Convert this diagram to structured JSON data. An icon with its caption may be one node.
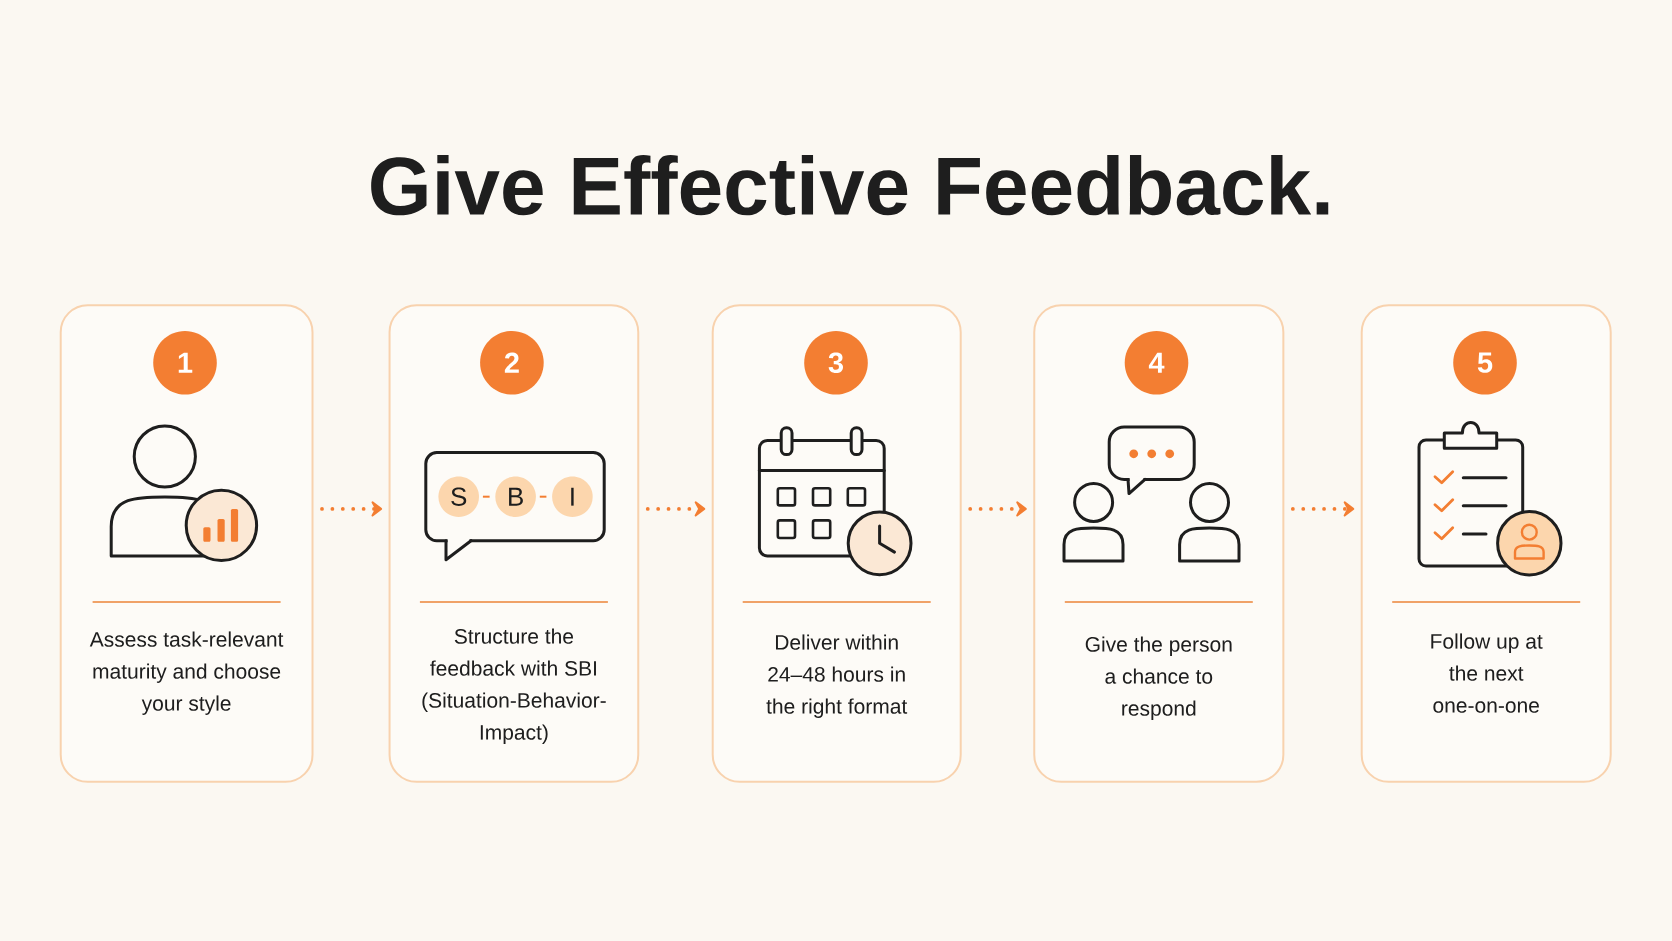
{
  "diagram": {
    "title": "Give Effective Feedback.",
    "nodes": [
      {
        "text": [
          "Assess task-relevant maturity and choose your style"
        ]
      },
      {
        "text": [
          "1"
        ],
        "in": 0
      },
      {
        "text": [
          "Structure the feedback with SBI (Situation-Behavior-Impact)"
        ]
      },
      {
        "text": [
          "2"
        ],
        "in": 2
      },
      {
        "text": [
          "S"
        ],
        "in": 2
      },
      {
        "text": [
          "B"
        ],
        "in": 2
      },
      {
        "text": [
          "I"
        ],
        "in": 2
      },
      {
        "text": [
          "Deliver within 24–48 hours in the right format"
        ]
      },
      {
        "text": [
          "3"
        ],
        "in": 7
      },
      {
        "text": [
          "Give the person a chance to respond"
        ]
      },
      {
        "text": [
          "4"
        ],
        "in": 9
      },
      {
        "text": [
          "Follow up at the next one-on-one"
        ]
      },
      {
        "text": [
          "5"
        ],
        "in": 11
      }
    ],
    "edges": [
      {
        "from": 0,
        "to": 2,
        "arrow": "to",
        "style": "dashed"
      },
      {
        "from": 4,
        "to": 5,
        "arrow": "none"
      },
      {
        "from": 5,
        "to": 6,
        "arrow": "none"
      },
      {
        "from": 2,
        "to": 7,
        "arrow": "to",
        "style": "dashed"
      },
      {
        "from": 7,
        "to": 9,
        "arrow": "to",
        "style": "dashed"
      },
      {
        "from": 9,
        "to": 11,
        "arrow": "to",
        "style": "dashed"
      }
    ]
  }
}
